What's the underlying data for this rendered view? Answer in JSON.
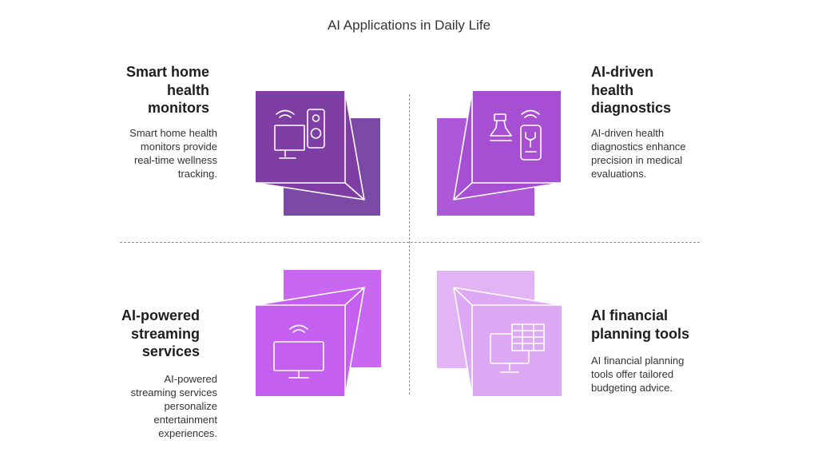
{
  "title": "AI Applications in Daily Life",
  "colors": {
    "q1_front": "#7e3ea3",
    "q1_back": "#7a4aa4",
    "q2_front": "#a64fd3",
    "q2_back": "#ad58d8",
    "q3_front": "#c45ff0",
    "q3_back": "#c867f0",
    "q4_front": "#dda8f4",
    "q4_back": "#e2b4f6"
  },
  "quadrants": [
    {
      "heading": "Smart home health monitors",
      "heading_lines": [
        "Smart home",
        "health",
        "monitors"
      ],
      "description_lines": [
        "Smart home health",
        "monitors provide",
        "real-time wellness",
        "tracking."
      ],
      "icon": "monitor-speaker-icon"
    },
    {
      "heading": "AI-driven health diagnostics",
      "heading_lines": [
        "AI-driven",
        "health",
        "diagnostics"
      ],
      "description_lines": [
        "AI-driven health",
        "diagnostics enhance",
        "precision in medical",
        "evaluations."
      ],
      "icon": "diagnostic-phone-icon"
    },
    {
      "heading": "AI-powered streaming services",
      "heading_lines": [
        "AI-powered",
        "streaming",
        "services"
      ],
      "description_lines": [
        "AI-powered",
        "streaming services",
        "personalize",
        "entertainment",
        "experiences."
      ],
      "icon": "streaming-monitor-icon"
    },
    {
      "heading": "AI financial planning tools",
      "heading_lines": [
        "AI financial",
        "planning tools"
      ],
      "description_lines": [
        "AI financial planning",
        "tools offer tailored",
        "budgeting advice."
      ],
      "icon": "finance-monitor-icon"
    }
  ]
}
